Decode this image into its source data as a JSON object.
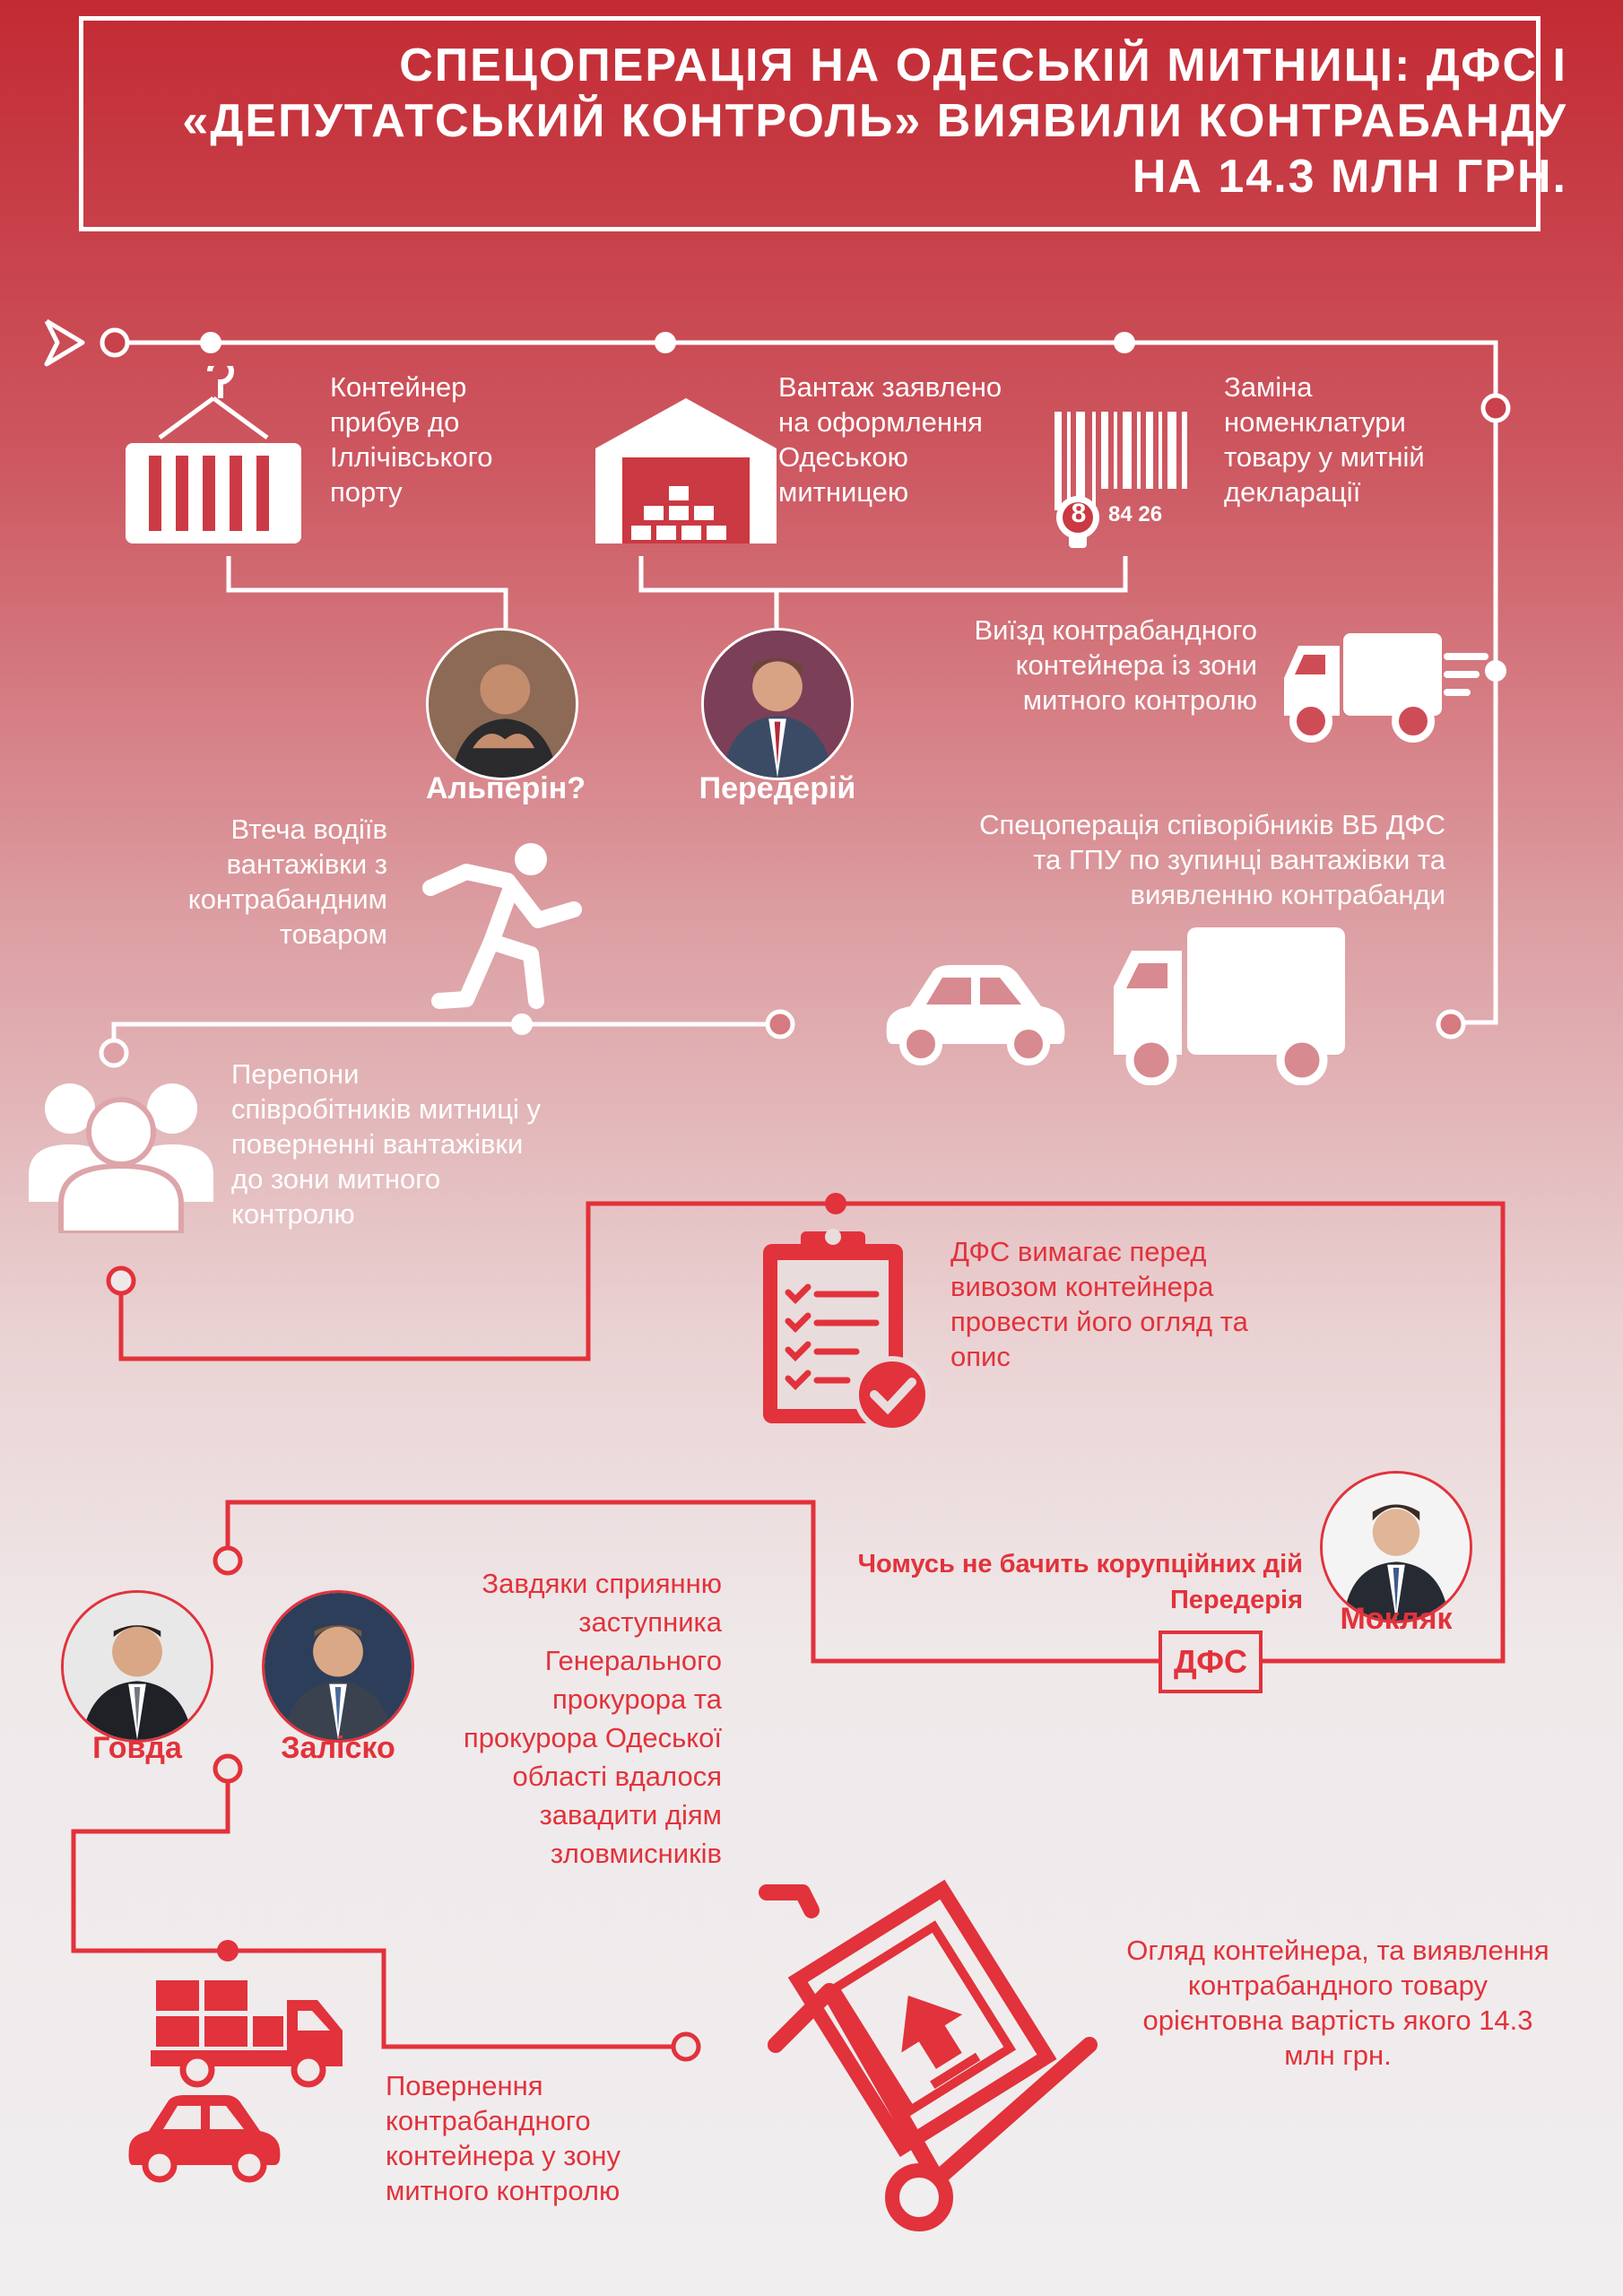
{
  "title": "Спецоперація на Одеській митниці: ДФС і «Депутатський контроль» виявили контрабанду на 14.3 млн грн.",
  "steps": {
    "container_arrival": "Контейнер прибув до Іллічівського порту",
    "cargo_declared": "Вантаж заявлено на оформлення Одеською митницею",
    "nomenclature_change": "Заміна номенклатури товару у митній декларації",
    "container_exit": "Виїзд контрабандного контейнера із зони митного контролю",
    "special_operation": "Спецоперація співорібників ВБ ДФС та ГПУ по зупинці вантажівки та виявленню контрабанди",
    "drivers_escape": "Втеча водіїв вантажівки з контрабандним товаром",
    "customs_obstacles": "Перепони співробітників митниці у поверненні вантажівки до зони митного контролю",
    "dfs_demand": "ДФС вимагає перед вивозом контейнера провести його огляд та опис",
    "corruption_note": "Чомусь не бачить корупційних дій Передерія",
    "prosecutor_help": "Завдяки сприянню заступника Генерального прокурора та прокурора Одеської області вдалося завадити діям зловмисників",
    "return_container": "Повернення контрабандного контейнера у зону митного контролю",
    "inspection": "Огляд контейнера, та виявлення контрабандного товару орієнтовна вартість якого 14.3 млн грн."
  },
  "people": {
    "alperin": "Альперін?",
    "pederiy": "Передерій",
    "moklyak": "Мокляк",
    "govda": "Говда",
    "zalisko": "Заліско"
  },
  "labels": {
    "dfs": "ДФС",
    "barcode_digits": "84 26",
    "barcode_big_digit": "8"
  },
  "colors": {
    "accent": "#e2323b",
    "white": "#ffffff"
  }
}
